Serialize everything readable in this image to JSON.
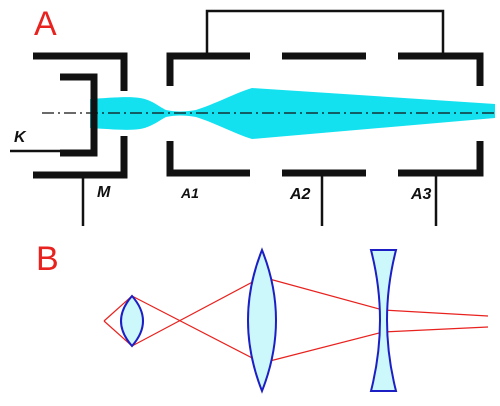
{
  "panels": {
    "a_label": "A",
    "b_label": "B"
  },
  "labels": {
    "cathode": "K",
    "modulator": "M",
    "anode_1": "A1",
    "anode_2": "A2",
    "anode_3": "A3"
  },
  "colors": {
    "panel_letter": "#e8221e",
    "electrode": "#111111",
    "beam_fill": "#14e1f0",
    "lens_fill": "#ccf7fb",
    "lens_stroke": "#1c1fc4",
    "ray": "#e8221e",
    "axis": "#111111"
  }
}
